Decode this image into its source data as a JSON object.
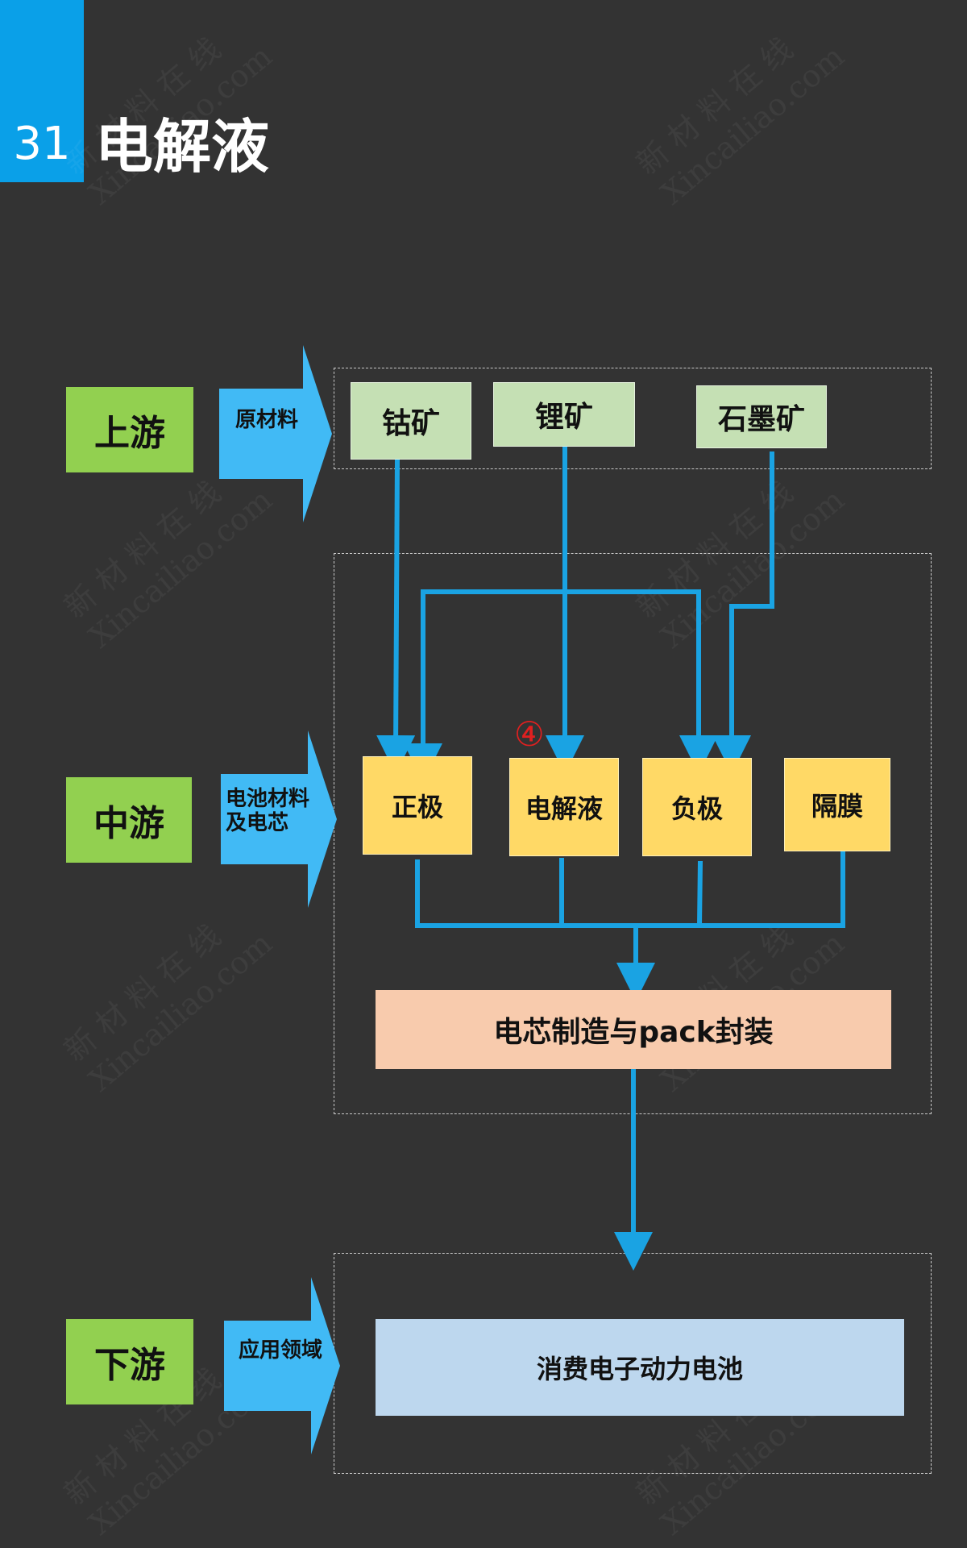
{
  "header": {
    "number": "31",
    "title": "电解液"
  },
  "watermark": {
    "line1": "新 材 料 在 线",
    "line2": "Xincailiao.com"
  },
  "stages": {
    "upstream": {
      "label": "上游",
      "arrow_label": "原材料"
    },
    "midstream": {
      "label": "中游",
      "arrow_label_line1": "电池材料",
      "arrow_label_line2": "及电芯"
    },
    "downstream": {
      "label": "下游",
      "arrow_label": "应用领域"
    }
  },
  "raw_materials": [
    "钴矿",
    "锂矿",
    "石墨矿"
  ],
  "components": [
    "正极",
    "电解液",
    "负极",
    "隔膜"
  ],
  "marker": "④",
  "manufacturing": "电芯制造与pack封装",
  "application": "消费电子动力电池",
  "colors": {
    "background": "#333333",
    "accent_blue": "#0aa0e8",
    "stage_green": "#92d050",
    "arrow_blue": "#41baf5",
    "connector_blue": "#1aa3e3"
  }
}
